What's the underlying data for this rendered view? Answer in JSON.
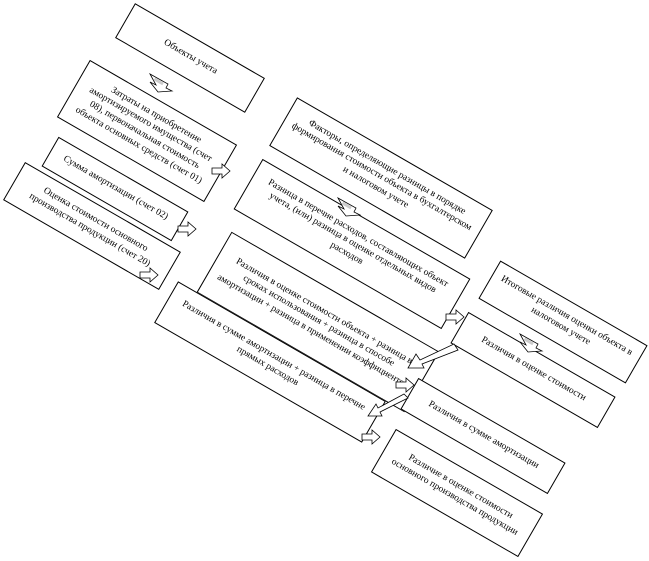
{
  "diagram": {
    "left_column": {
      "accounting_objects": "Объекты учета",
      "capital_investments": "Затраты на приобретение амортизируемого имущества (счет 08), первоначальная стоимость объекта основных средств (счет 01)",
      "depreciation_sum": "Сумма амортизации (счет 02)",
      "wip_valuation": "Оценка стоимости основного производства продукции (счет 20)"
    },
    "middle_column": {
      "factors_header": "Факторы, определяющие разницы в порядке формирования стоимости объекта в бухгалтерском и налоговом учете",
      "cost_list_difference": "Разница в перечне расходов, составляющих объект учета, (или) разница в оценке отдельных видов расходов",
      "valuation_difference": "Различия в оценке стоимости объекта + разница в сроках использования + разница в способе амортизации + разница в применении коэффициентов",
      "depreciation_difference": "Различия в сумме амортизации + разница в перечне прямых расходов"
    },
    "right_column": {
      "result_header": "Итоговые различия оценки объекта в налоговом учете",
      "cost_valuation": "Различия в оценке стоимости",
      "depreciation_sum": "Различия в сумме амортизации",
      "wip_valuation": "Различие в оценке стоимости основного производства продукции"
    }
  }
}
